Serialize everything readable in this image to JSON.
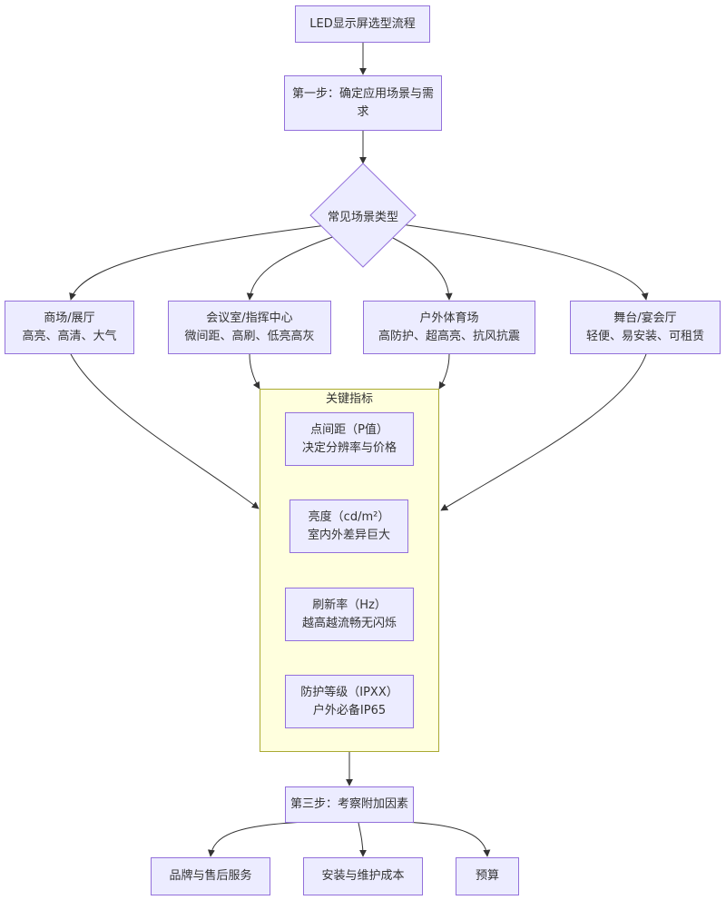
{
  "nodes": {
    "start": {
      "text": "LED显示屏选型流程"
    },
    "step1": {
      "line1": "第一步：确定应用场景与需",
      "line2": "求"
    },
    "decision": {
      "text": "常见场景类型"
    },
    "mall": {
      "line1": "商场/展厅",
      "line2": "高亮、高清、大气"
    },
    "meeting": {
      "line1": "会议室/指挥中心",
      "line2": "微间距、高刷、低亮高灰"
    },
    "outdoor": {
      "line1": "户外体育场",
      "line2": "高防护、超高亮、抗风抗震"
    },
    "stage": {
      "line1": "舞台/宴会厅",
      "line2": "轻便、易安装、可租赁"
    },
    "step3": {
      "text": "第三步：考察附加因素"
    },
    "brand": {
      "text": "品牌与售后服务"
    },
    "install": {
      "text": "安装与维护成本"
    },
    "budget": {
      "text": "预算"
    }
  },
  "cluster": {
    "title": "关键指标",
    "items": [
      {
        "line1": "点间距（P值）",
        "line2": "决定分辨率与价格"
      },
      {
        "line1": "亮度（cd/m²）",
        "line2": "室内外差异巨大"
      },
      {
        "line1": "刷新率（Hz）",
        "line2": "越高越流畅无闪烁"
      },
      {
        "line1": "防护等级（IPXX）",
        "line2": "户外必备IP65"
      }
    ]
  },
  "colors": {
    "node_fill": "#ECECFF",
    "node_stroke": "#9370DB",
    "cluster_fill": "#ffffde",
    "cluster_stroke": "#aaaa33",
    "edge": "#333333"
  }
}
